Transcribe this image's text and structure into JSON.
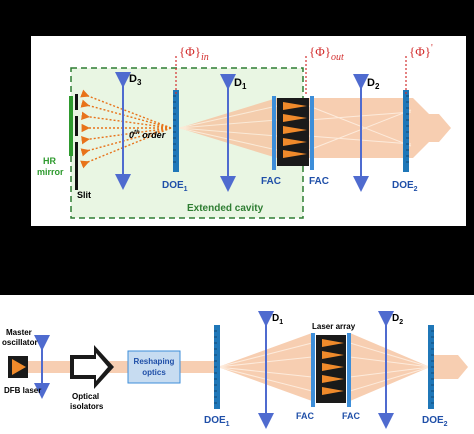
{
  "panel_a": {
    "phi_in": "{Φ}",
    "phi_in_sub": "in",
    "phi_out": "{Φ}",
    "phi_out_sub": "out",
    "phi_prime": "{Φ}",
    "phi_prime_sup": "'",
    "d3": "D",
    "d3_sub": "3",
    "d1": "D",
    "d1_sub": "1",
    "d2": "D",
    "d2_sub": "2",
    "zeroth_order": "0",
    "zeroth_order_sup": "th",
    "zeroth_order_rest": " order",
    "doe1": "DOE",
    "doe1_sub": "1",
    "doe2": "DOE",
    "doe2_sub": "2",
    "fac_left": "FAC",
    "fac_right": "FAC",
    "hr_mirror_line1": "HR",
    "hr_mirror_line2": "mirror",
    "slit": "Slit",
    "extended_cavity": "Extended cavity"
  },
  "panel_b": {
    "master_oscillator_line1": "Master",
    "master_oscillator_line2": "oscillator",
    "dfb_laser": "DFB laser",
    "optical_isolators_line1": "Optical",
    "optical_isolators_line2": "isolators",
    "reshaping_line1": "Reshaping",
    "reshaping_line2": "optics",
    "laser_array": "Laser array",
    "d1": "D",
    "d1_sub": "1",
    "d2": "D",
    "d2_sub": "2",
    "doe1": "DOE",
    "doe1_sub": "1",
    "doe2": "DOE",
    "doe2_sub": "2",
    "fac_left": "FAC",
    "fac_right": "FAC"
  },
  "colors": {
    "beam": "#f6c6a4",
    "lens": "#4f6bcf",
    "doe": "#1f77b8",
    "fac": "#3d8ed9",
    "cavity": "#2e7d32",
    "cavity_fill": "#e9f6e3",
    "phase_line": "#d32f2f",
    "orange_arrow": "#e8731a",
    "mirror": "#2e9a2e",
    "reshaping_fill": "#c7dcf1"
  }
}
